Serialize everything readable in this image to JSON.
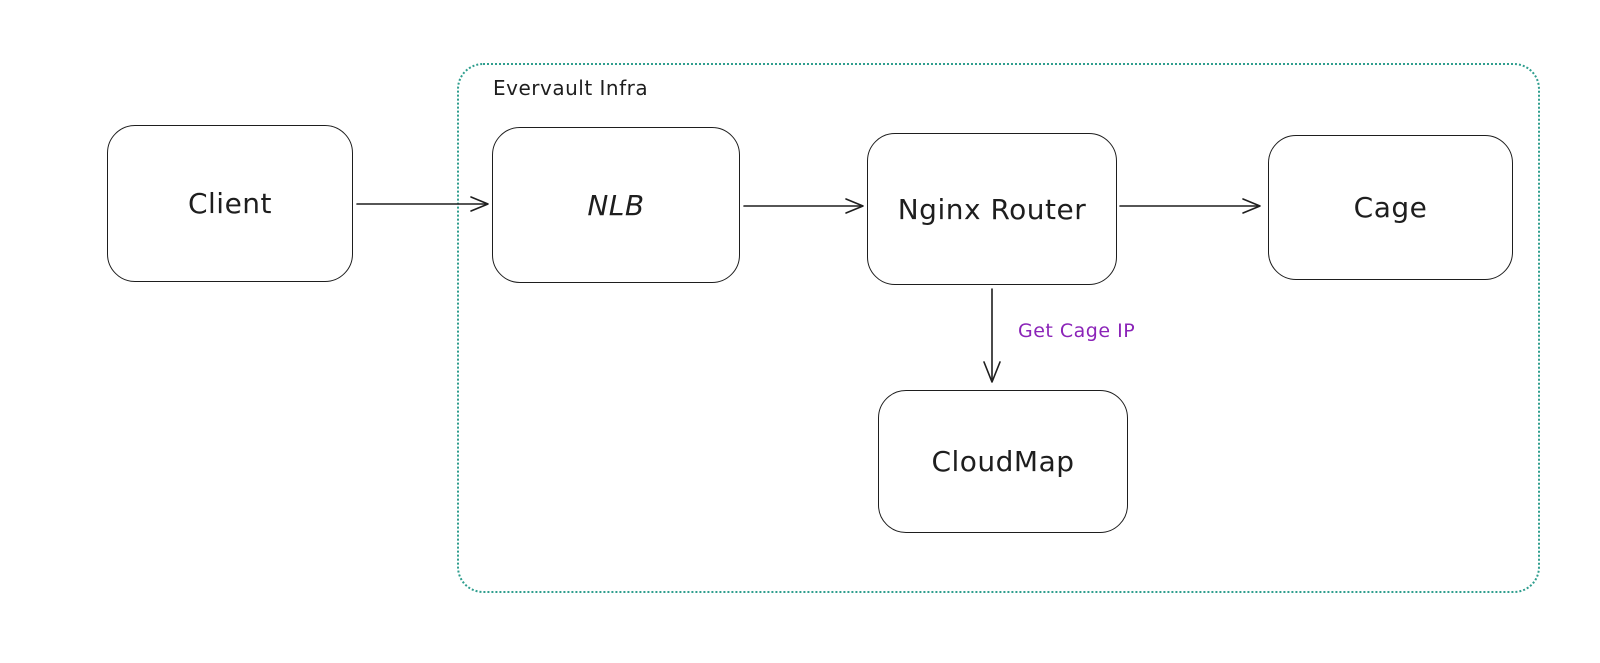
{
  "diagram": {
    "container": {
      "title": "Evervault Infra"
    },
    "nodes": [
      {
        "id": "client",
        "label": "Client",
        "inside_container": false
      },
      {
        "id": "nlb",
        "label": "NLB",
        "inside_container": true
      },
      {
        "id": "nginx-router",
        "label": "Nginx Router",
        "inside_container": true
      },
      {
        "id": "cage",
        "label": "Cage",
        "inside_container": true
      },
      {
        "id": "cloudmap",
        "label": "CloudMap",
        "inside_container": true
      }
    ],
    "edges": [
      {
        "from": "client",
        "to": "nlb",
        "label": ""
      },
      {
        "from": "nlb",
        "to": "nginx-router",
        "label": ""
      },
      {
        "from": "nginx-router",
        "to": "cage",
        "label": ""
      },
      {
        "from": "nginx-router",
        "to": "cloudmap",
        "label": "Get Cage IP"
      }
    ],
    "colors": {
      "background": "#ffffff",
      "container_border": "#2f9e8e",
      "node_border": "#1e1e1e",
      "node_fill": "#ffffff",
      "text": "#1e1e1e",
      "edge_label": "#8b24b8"
    }
  }
}
